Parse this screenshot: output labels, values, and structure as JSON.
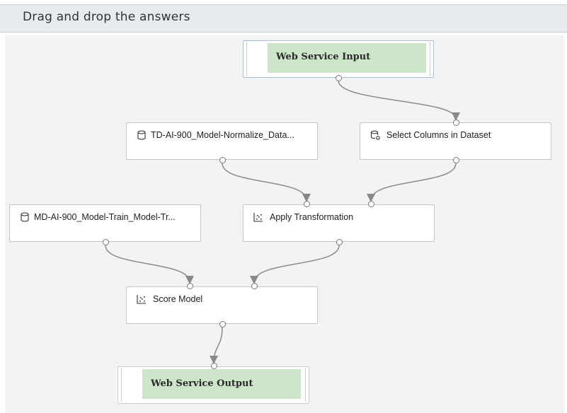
{
  "header": {
    "title": "Drag and drop the answers"
  },
  "nodes": {
    "web_service_input": "Web Service Input",
    "normalize_data": "TD-AI-900_Model-Normalize_Data...",
    "select_columns": "Select Columns in Dataset",
    "train_model": "MD-AI-900_Model-Train_Model-Tr...",
    "apply_transformation": "Apply Transformation",
    "score_model": "Score Model",
    "web_service_output": "Web Service Output"
  },
  "icons": {
    "normalize_data": "dataset-cylinder-icon",
    "select_columns": "select-columns-icon",
    "train_model": "dataset-cylinder-icon",
    "apply_transformation": "scatter-plot-icon",
    "score_model": "scatter-plot-icon"
  },
  "colors": {
    "answer_fill": "#cde6c9",
    "header_bg": "#e8ebee",
    "canvas_bg": "#f3f3f3"
  }
}
